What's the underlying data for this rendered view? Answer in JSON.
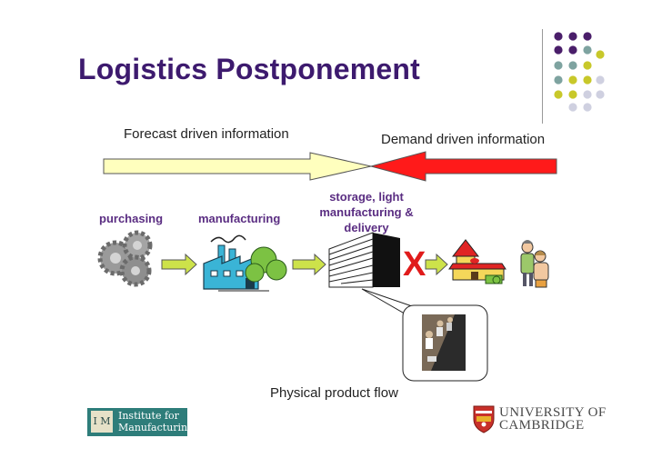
{
  "title": "Logistics Postponement",
  "arrows": {
    "forecast_label": "Forecast driven information",
    "demand_label": "Demand driven information"
  },
  "stages": {
    "purchasing": "purchasing",
    "manufacturing": "manufacturing",
    "storage_line1": "storage, light",
    "storage_line2": "manufacturing &",
    "storage_line3": "delivery"
  },
  "decoupling_mark": "X",
  "flow_label": "Physical product flow",
  "logos": {
    "ifm_mark": "I M",
    "ifm_line1": "Institute for",
    "ifm_line2": "Manufacturing",
    "cam_line1": "UNIVERSITY OF",
    "cam_line2": "CAMBRIDGE"
  },
  "colors": {
    "title": "#3d1a6e",
    "forecast_arrow": "#ffffbe",
    "demand_arrow": "#ff1a1a",
    "flow_arrow": "#cde24a",
    "decoupling_mark": "#e01b1b",
    "dot_purple": "#4a1e6a",
    "dot_teal": "#7ea3a0",
    "dot_yellow": "#c8c82a",
    "dot_grey": "#cfd0e0"
  }
}
